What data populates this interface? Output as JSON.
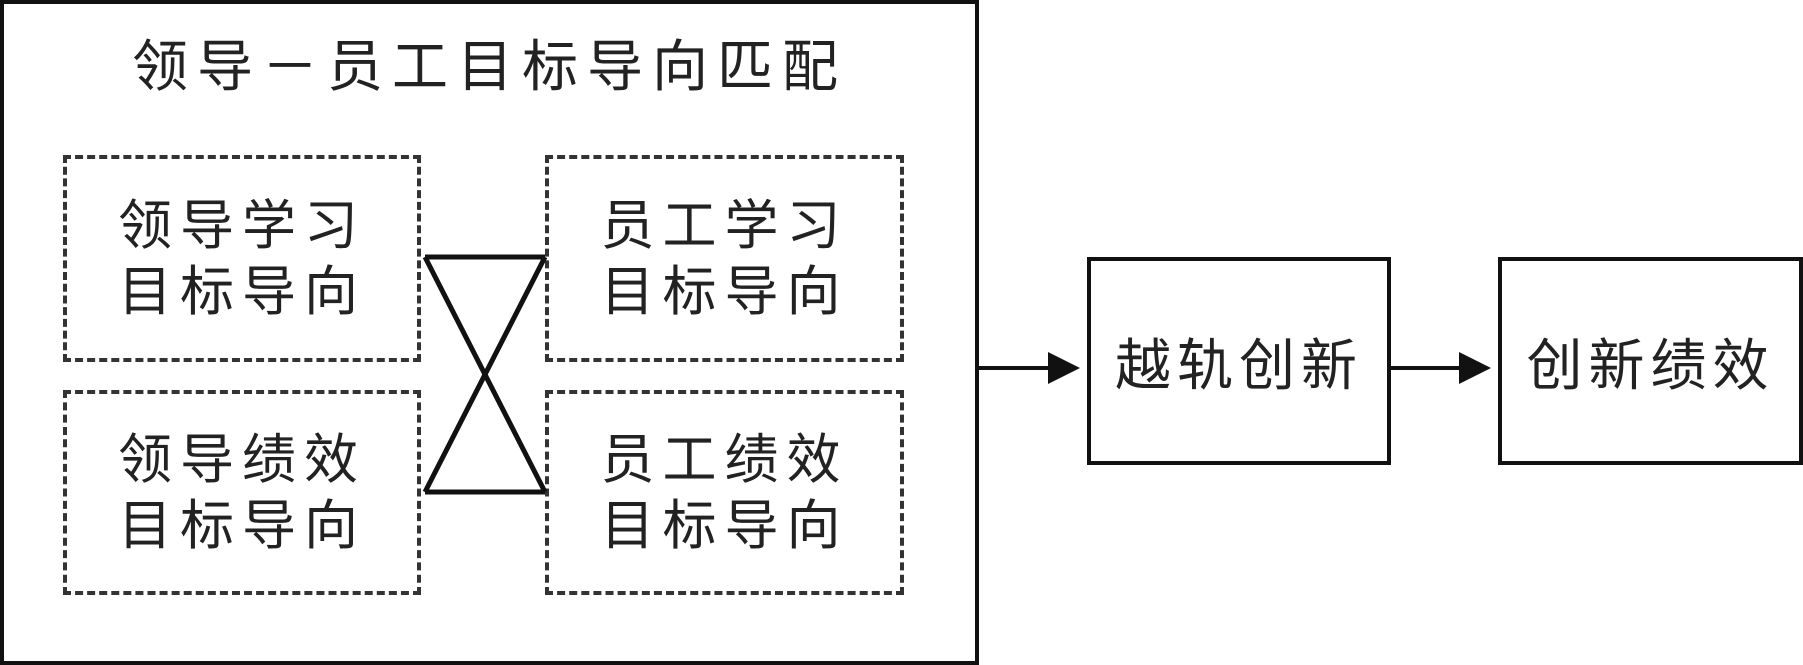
{
  "title": "领导－员工目标导向匹配",
  "boxes": {
    "leader_learning": {
      "line1": "领导学习",
      "line2": "目标导向"
    },
    "employee_learning": {
      "line1": "员工学习",
      "line2": "目标导向"
    },
    "leader_performance": {
      "line1": "领导绩效",
      "line2": "目标导向"
    },
    "employee_performance": {
      "line1": "员工绩效",
      "line2": "目标导向"
    }
  },
  "innovation": "越轨创新",
  "performance": "创新绩效",
  "colors": {
    "stroke": "#111111",
    "dashed": "#333333",
    "background": "#ffffff"
  }
}
